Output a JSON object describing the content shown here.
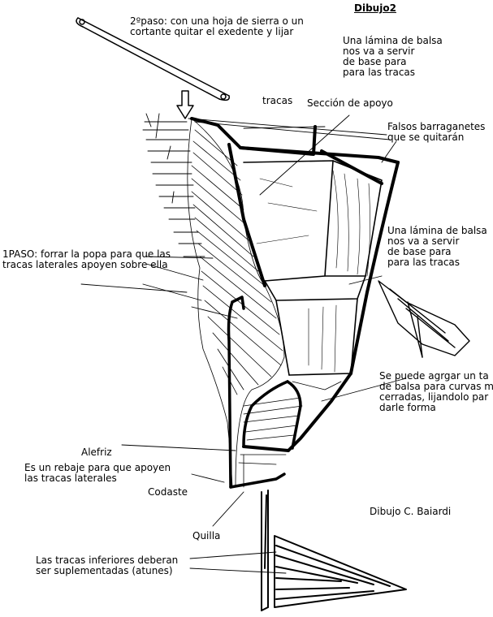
{
  "title": "Dibujo2",
  "labels": {
    "paso2": "2ºpaso: con una hoja de sierra o un\ncortante quitar el exedente y lijar",
    "lamina_top": "Una lámina de balsa\nnos va a servir\nde base para\npara las tracas",
    "tracas": "tracas",
    "seccion": "Sección de apoyo",
    "falsos": "Falsos barraganetes\nque se quitarán",
    "lamina_mid": "Una lámina de balsa\nnos va a servir\nde base para\npara las tracas",
    "paso1": "1PASO: forrar la popa para que las\ntracas laterales apoyen sobre ella",
    "taco": "Se puede agrgar un ta\nde balsa para curvas m\ncerradas, lijandolo par\ndarle forma",
    "alefriz": "Alefriz",
    "alefriz_desc": "Es un rebaje para que apoyen\nlas tracas laterales",
    "codaste": "Codaste",
    "autor": "Dibujo C. Baiardi",
    "quilla": "Quilla",
    "inferiores": "Las tracas inferiores deberan\nser suplementadas (atunes)"
  }
}
